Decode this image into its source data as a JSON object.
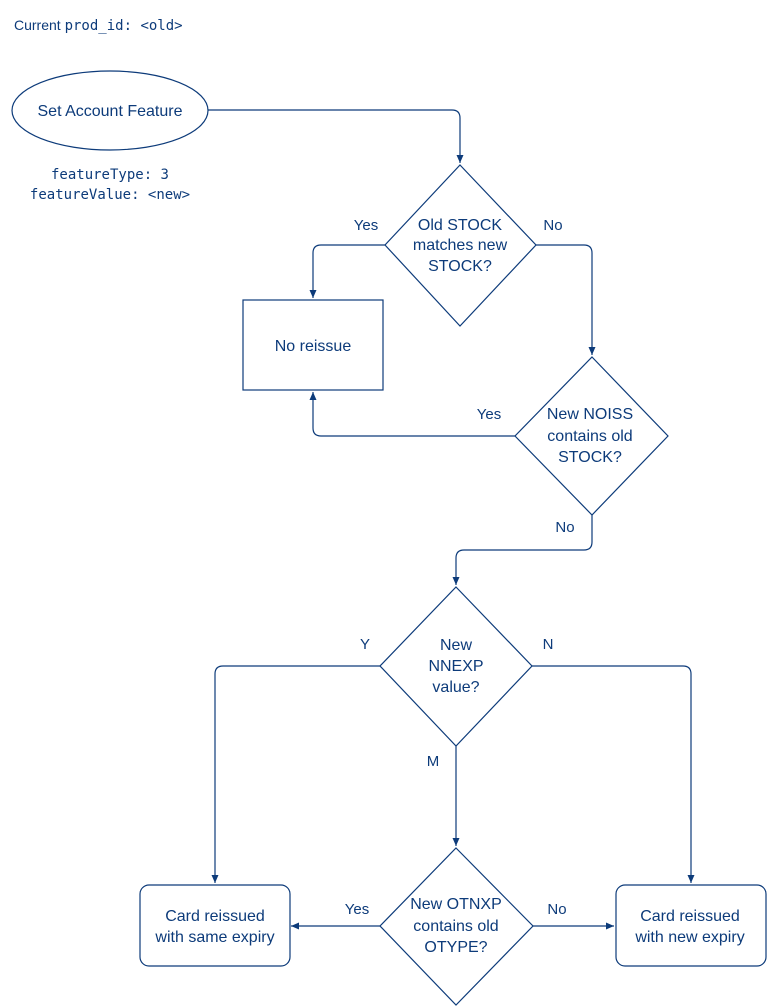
{
  "header": {
    "prefix": "Current ",
    "code": "prod_id",
    "suffix": ": <old>"
  },
  "params": {
    "line1": "featureType: 3",
    "line2": "featureValue: <new>"
  },
  "nodes": {
    "start": "Set Account Feature",
    "d1": [
      "Old STOCK",
      "matches new",
      "STOCK?"
    ],
    "noreissue": "No reissue",
    "d2": [
      "New NOISS",
      "contains old",
      "STOCK?"
    ],
    "d3": [
      "New",
      "NNEXP",
      "value?"
    ],
    "d4": [
      "New OTNXP",
      "contains old",
      "OTYPE?"
    ],
    "same": [
      "Card reissued",
      "with same expiry"
    ],
    "newexp": [
      "Card reissued",
      "with new expiry"
    ]
  },
  "edges": {
    "d1_yes": "Yes",
    "d1_no": "No",
    "d2_yes": "Yes",
    "d2_no": "No",
    "d3_y": "Y",
    "d3_n": "N",
    "d3_m": "M",
    "d4_yes": "Yes",
    "d4_no": "No"
  },
  "colors": {
    "stroke": "#0d3b7a",
    "background": "#ffffff"
  }
}
